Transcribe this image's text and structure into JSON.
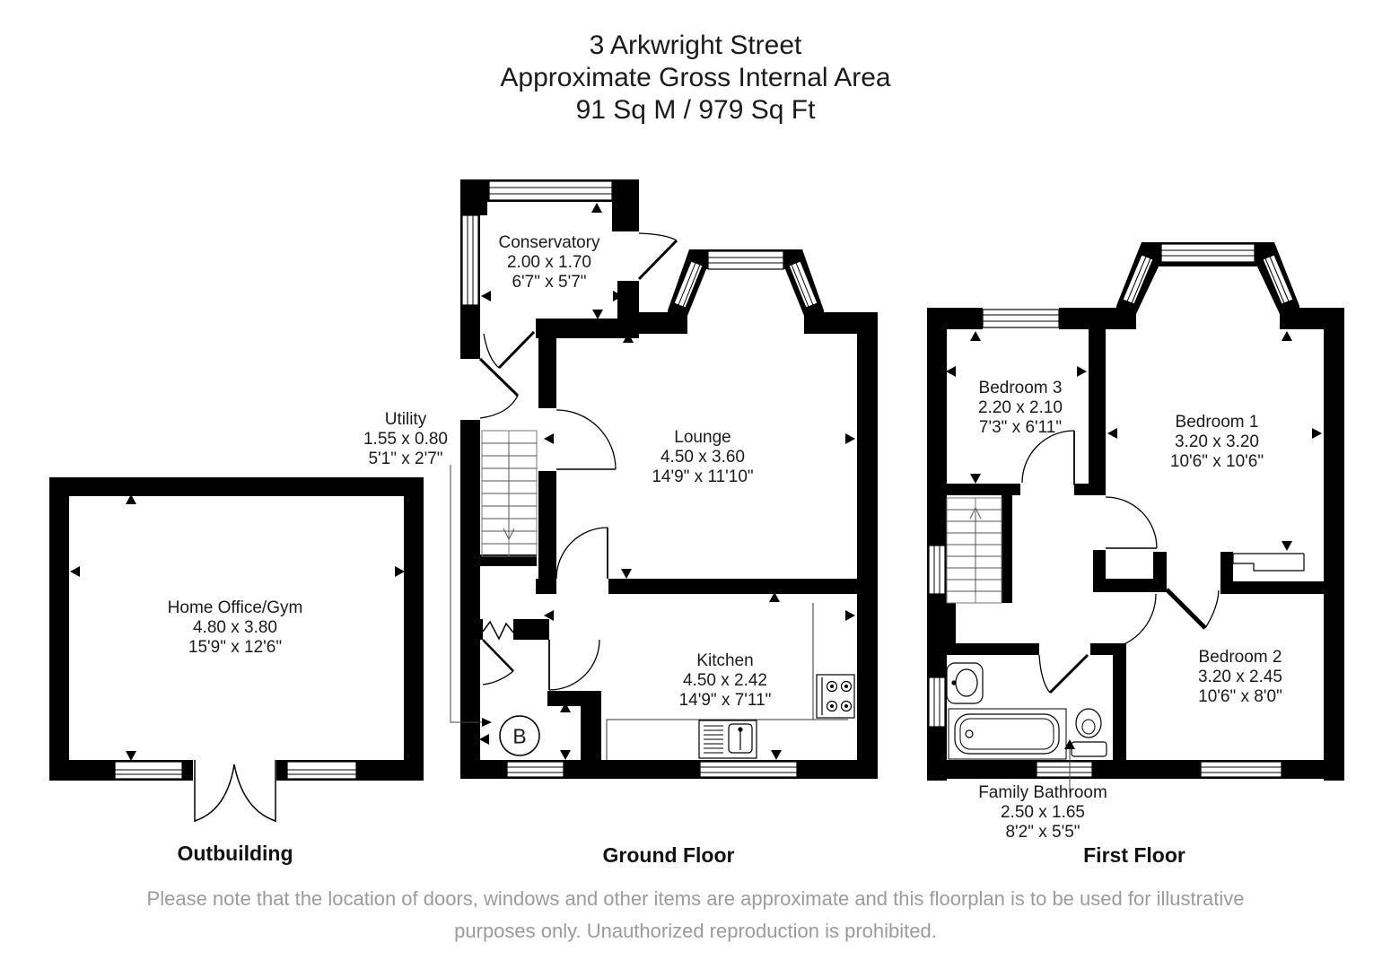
{
  "title": {
    "line1": "3 Arkwright Street",
    "line2": "Approximate Gross Internal Area",
    "line3": "91 Sq M / 979 Sq Ft"
  },
  "floor_labels": {
    "outbuilding": "Outbuilding",
    "ground": "Ground Floor",
    "first": "First Floor"
  },
  "rooms": {
    "home_office": {
      "name": "Home Office/Gym",
      "metric": "4.80 x 3.80",
      "imperial": "15'9\" x 12'6\""
    },
    "conservatory": {
      "name": "Conservatory",
      "metric": "2.00 x 1.70",
      "imperial": "6'7\" x 5'7\""
    },
    "utility": {
      "name": "Utility",
      "metric": "1.55 x 0.80",
      "imperial": "5'1\" x 2'7\""
    },
    "lounge": {
      "name": "Lounge",
      "metric": "4.50 x 3.60",
      "imperial": "14'9\" x 11'10\""
    },
    "kitchen": {
      "name": "Kitchen",
      "metric": "4.50 x 2.42",
      "imperial": "14'9\" x 7'11\""
    },
    "bedroom3": {
      "name": "Bedroom 3",
      "metric": "2.20 x 2.10",
      "imperial": "7'3\" x 6'11\""
    },
    "bedroom1": {
      "name": "Bedroom 1",
      "metric": "3.20 x 3.20",
      "imperial": "10'6\" x 10'6\""
    },
    "bedroom2": {
      "name": "Bedroom 2",
      "metric": "3.20 x 2.45",
      "imperial": "10'6\" x 8'0\""
    },
    "bathroom": {
      "name": "Family Bathroom",
      "metric": "2.50 x 1.65",
      "imperial": "8'2\" x 5'5\""
    }
  },
  "boiler": {
    "label": "B"
  },
  "disclaimer": {
    "line1": "Please note that the location of doors, windows and other items are approximate and this floorplan is to be used for illustrative",
    "line2": "purposes only. Unauthorized reproduction is prohibited."
  },
  "colors": {
    "wall": "#000000",
    "disclaimer_text": "#9b9b9b",
    "background": "#ffffff"
  }
}
